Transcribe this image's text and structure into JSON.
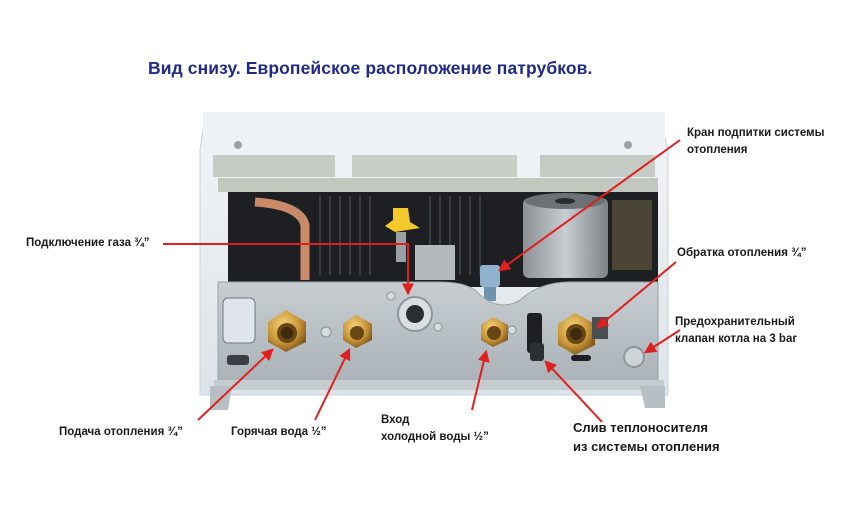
{
  "title": "Вид снизу. Европейское расположение патрубков.",
  "colors": {
    "title": "#1f2a8a",
    "arrow": "#e0201e",
    "label": "#1a1a1a",
    "casing": "#e9eef2",
    "panel": "#b9c0c4",
    "brass": "#c99a3a"
  },
  "labels": {
    "gas": "Подключение газа ¾”",
    "makeup_valve_line1": "Кран подпитки системы",
    "makeup_valve_line2": "отопления",
    "return": "Обратка отопления ¾”",
    "safety_valve_line1": "Предохранительный",
    "safety_valve_line2": "клапан котла на 3 bar",
    "supply": "Подача отопления ¾”",
    "hot_water": "Горячая вода ½”",
    "cold_water_line1": "Вход",
    "cold_water_line2": "холодной воды ½”",
    "drain_line1": "Слив теплоносителя",
    "drain_line2": "из системы отопления"
  }
}
